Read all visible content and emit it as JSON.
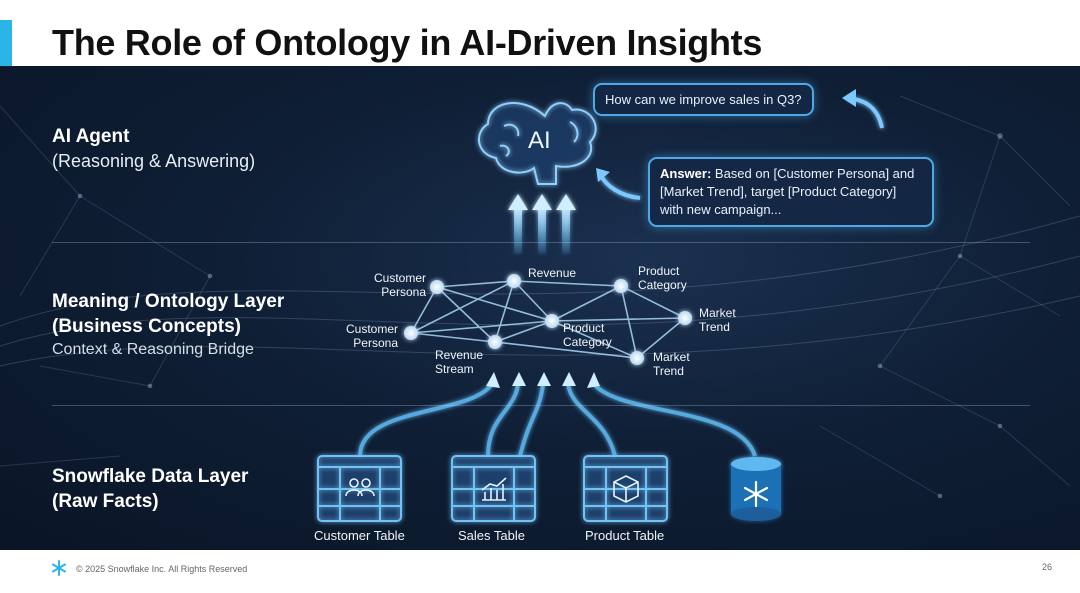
{
  "slide": {
    "title": "The Role of Ontology in AI-Driven Insights",
    "accent_color": "#29b5e8"
  },
  "layers": {
    "agent": {
      "title": "AI Agent",
      "subtitle": "(Reasoning & Answering)"
    },
    "ontology": {
      "title": "Meaning / Ontology Layer",
      "subtitle": "(Business Concepts)",
      "note": "Context & Reasoning Bridge"
    },
    "data": {
      "title": "Snowflake Data Layer",
      "subtitle": "(Raw Facts)"
    }
  },
  "agent": {
    "brain_label": "AI",
    "question": "How can we improve sales in Q3?",
    "answer_prefix": "Answer:",
    "answer_text": " Based on [Customer Persona] and [Market Trend], target [Product Category] with new campaign..."
  },
  "ontology_nodes": [
    "Customer\nPersona",
    "Revenue",
    "Product\nCategory",
    "Customer\nPersona",
    "Product\nCategory",
    "Market\nTrend",
    "Revenue\nStream",
    "Market\nTrend"
  ],
  "tables": [
    {
      "label": "Customer Table",
      "icon": "people-icon"
    },
    {
      "label": "Sales Table",
      "icon": "bar-chart-icon"
    },
    {
      "label": "Product Table",
      "icon": "box-icon"
    }
  ],
  "database": {
    "icon": "snowflake-icon"
  },
  "footer": {
    "copyright": "© 2025 Snowflake Inc. All Rights Reserved",
    "page_number": "26"
  },
  "colors": {
    "glow": "#4da9e6",
    "panel_bg": "#0f1f36"
  }
}
